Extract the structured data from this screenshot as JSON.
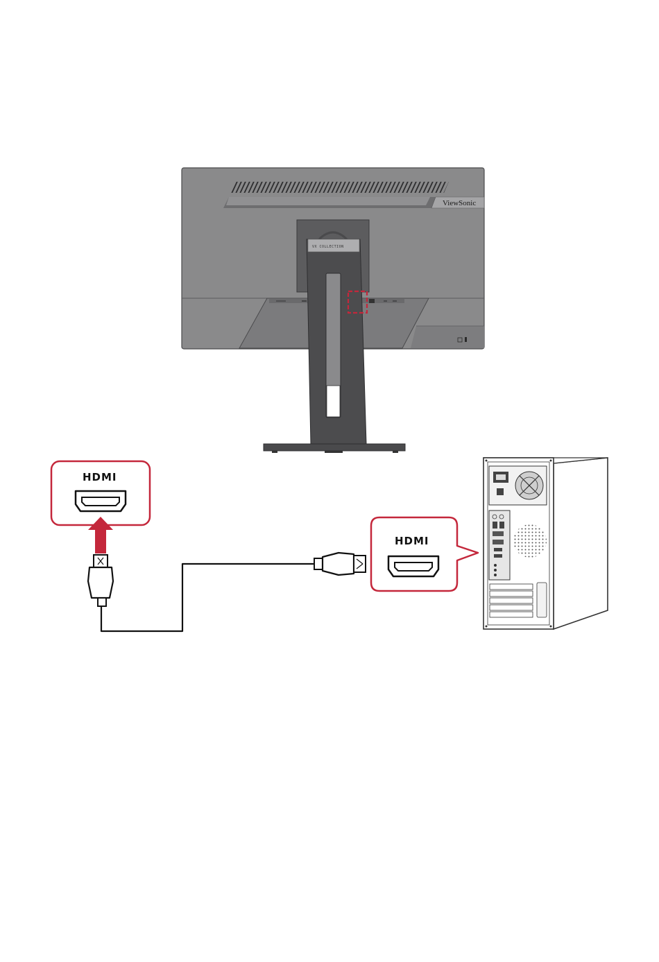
{
  "monitor": {
    "brand": "ViewSonic",
    "stand_badge": "VX COLLECTION"
  },
  "callouts": {
    "monitor_port_label": "HDMI",
    "pc_port_label": "HDMI"
  },
  "colors": {
    "accent_red": "#c4273b",
    "monitor_body": "#8a8a8b",
    "monitor_dark": "#5a5a5c",
    "stand_dark": "#4a4a4c",
    "pc_outline": "#333333"
  }
}
